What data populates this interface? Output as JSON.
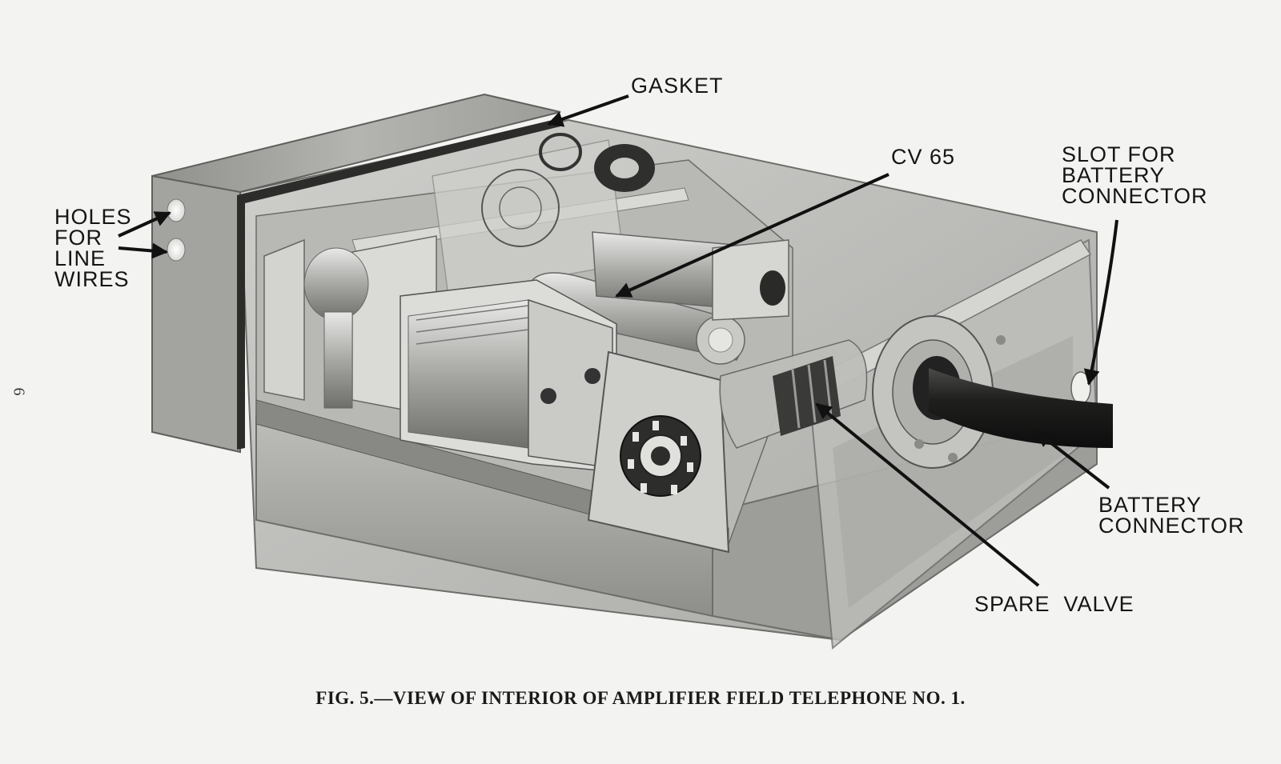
{
  "figure": {
    "caption": "FIG. 5.—VIEW OF INTERIOR OF AMPLIFIER FIELD TELEPHONE NO. 1.",
    "page_number": "6"
  },
  "labels": {
    "gasket": "GASKET",
    "cv65": "CV 65",
    "slot": [
      "SLOT FOR",
      "BATTERY",
      "CONNECTOR"
    ],
    "holes": [
      "HOLES",
      "FOR",
      "LINE",
      "WIRES"
    ],
    "battery_connector": [
      "BATTERY",
      "CONNECTOR"
    ],
    "spare_valve": "SPARE  VALVE"
  }
}
